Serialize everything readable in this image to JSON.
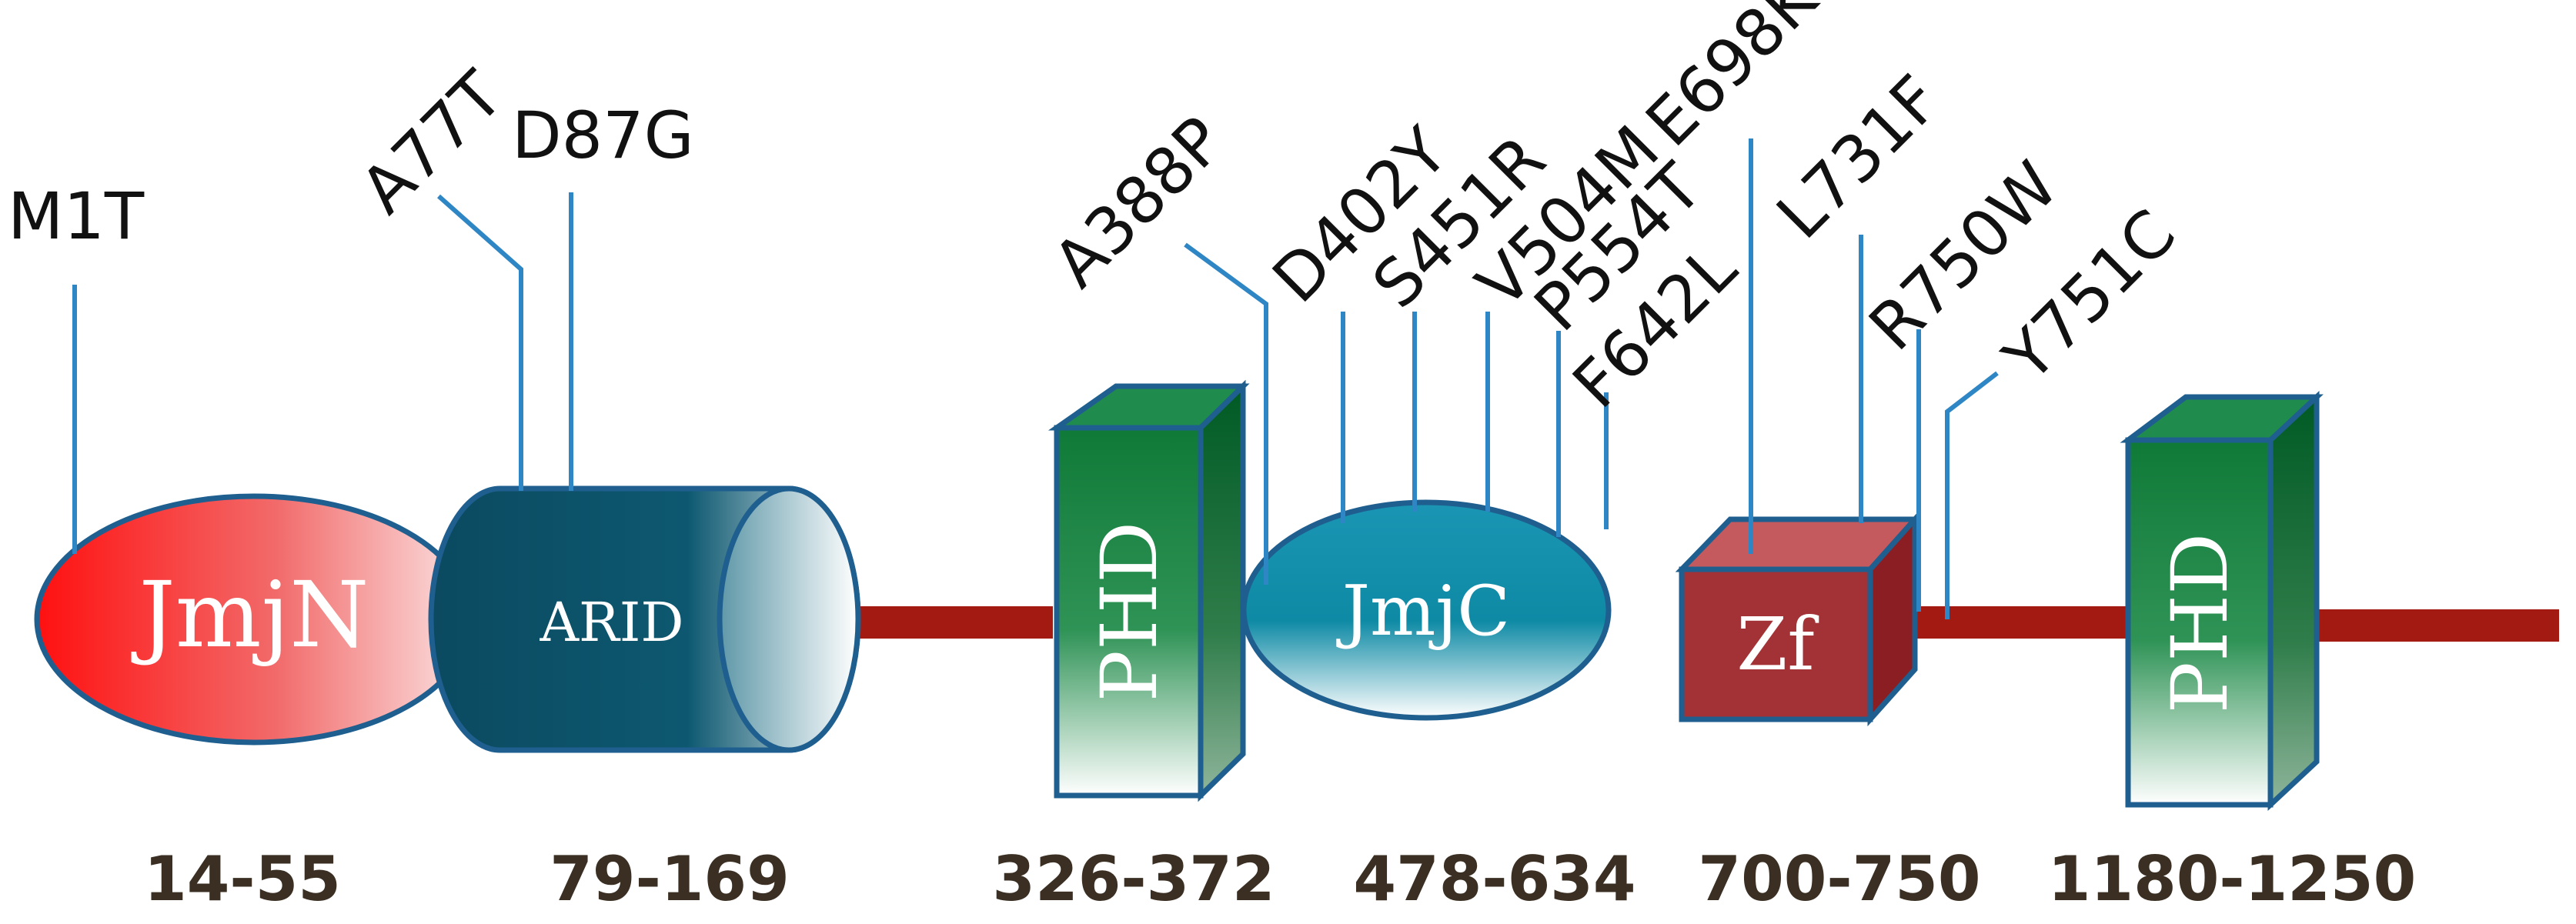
{
  "domains": {
    "jmjn": "JmjN",
    "arid": "ARID",
    "phd1": "PHD",
    "jmjc": "JmjC",
    "zf": "Zf",
    "phd2": "PHD"
  },
  "ranges": [
    "14-55",
    "79-169",
    "326-372",
    "478-634",
    "700-750",
    "1180-1250"
  ],
  "mutations": [
    "M1T",
    "A77T",
    "D87G",
    "A388P",
    "D402Y",
    "S451R",
    "V504M",
    "P554T",
    "F642L",
    "E698K",
    "L731F",
    "R750W",
    "Y751C"
  ],
  "colors": {
    "backbone": "#a31a12",
    "jmjn": "#ef1c1c",
    "arid": "#0d4e63",
    "phd": "#167a3e",
    "jmjc": "#1a8aa6",
    "zf": "#a33236",
    "stem": "#2f86c4"
  }
}
